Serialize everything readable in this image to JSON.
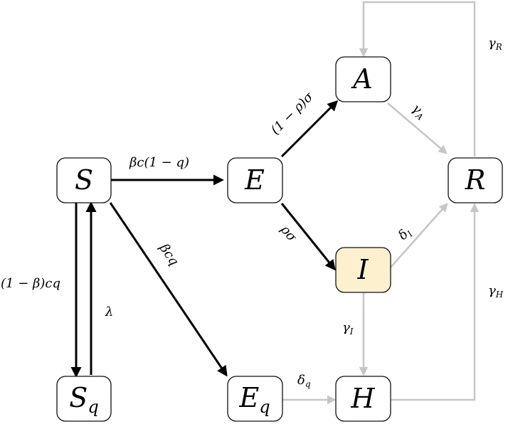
{
  "colors": {
    "node_fill": "#ffffff",
    "infected_fill": "#fdf0cf",
    "node_border": "#111111",
    "primary_flow": "#000000",
    "secondary_flow": "#c6c6c6"
  },
  "nodes": {
    "S": {
      "main": "S",
      "sub": ""
    },
    "Sq": {
      "main": "S",
      "sub": "q"
    },
    "E": {
      "main": "E",
      "sub": ""
    },
    "Eq": {
      "main": "E",
      "sub": "q"
    },
    "A": {
      "main": "A",
      "sub": ""
    },
    "I": {
      "main": "I",
      "sub": ""
    },
    "H": {
      "main": "H",
      "sub": ""
    },
    "R": {
      "main": "R",
      "sub": ""
    }
  },
  "edges": {
    "S_E": {
      "main": "βc(1 − q)",
      "sub": ""
    },
    "S_Sq": {
      "main": "(1 − β)cq",
      "sub": ""
    },
    "Sq_S": {
      "main": "λ",
      "sub": ""
    },
    "S_Eq": {
      "main": "βcq",
      "sub": ""
    },
    "E_A": {
      "main": "(1 − ρ)σ",
      "sub": ""
    },
    "E_I": {
      "main": "ρσ",
      "sub": ""
    },
    "A_R": {
      "main": "γ",
      "sub": "A"
    },
    "I_R": {
      "main": "δ",
      "sub": "I"
    },
    "I_H": {
      "main": "γ",
      "sub": "I"
    },
    "Eq_H": {
      "main": "δ",
      "sub": "q"
    },
    "H_R": {
      "main": "γ",
      "sub": "H"
    },
    "R_A": {
      "main": "γ",
      "sub": "R"
    }
  }
}
